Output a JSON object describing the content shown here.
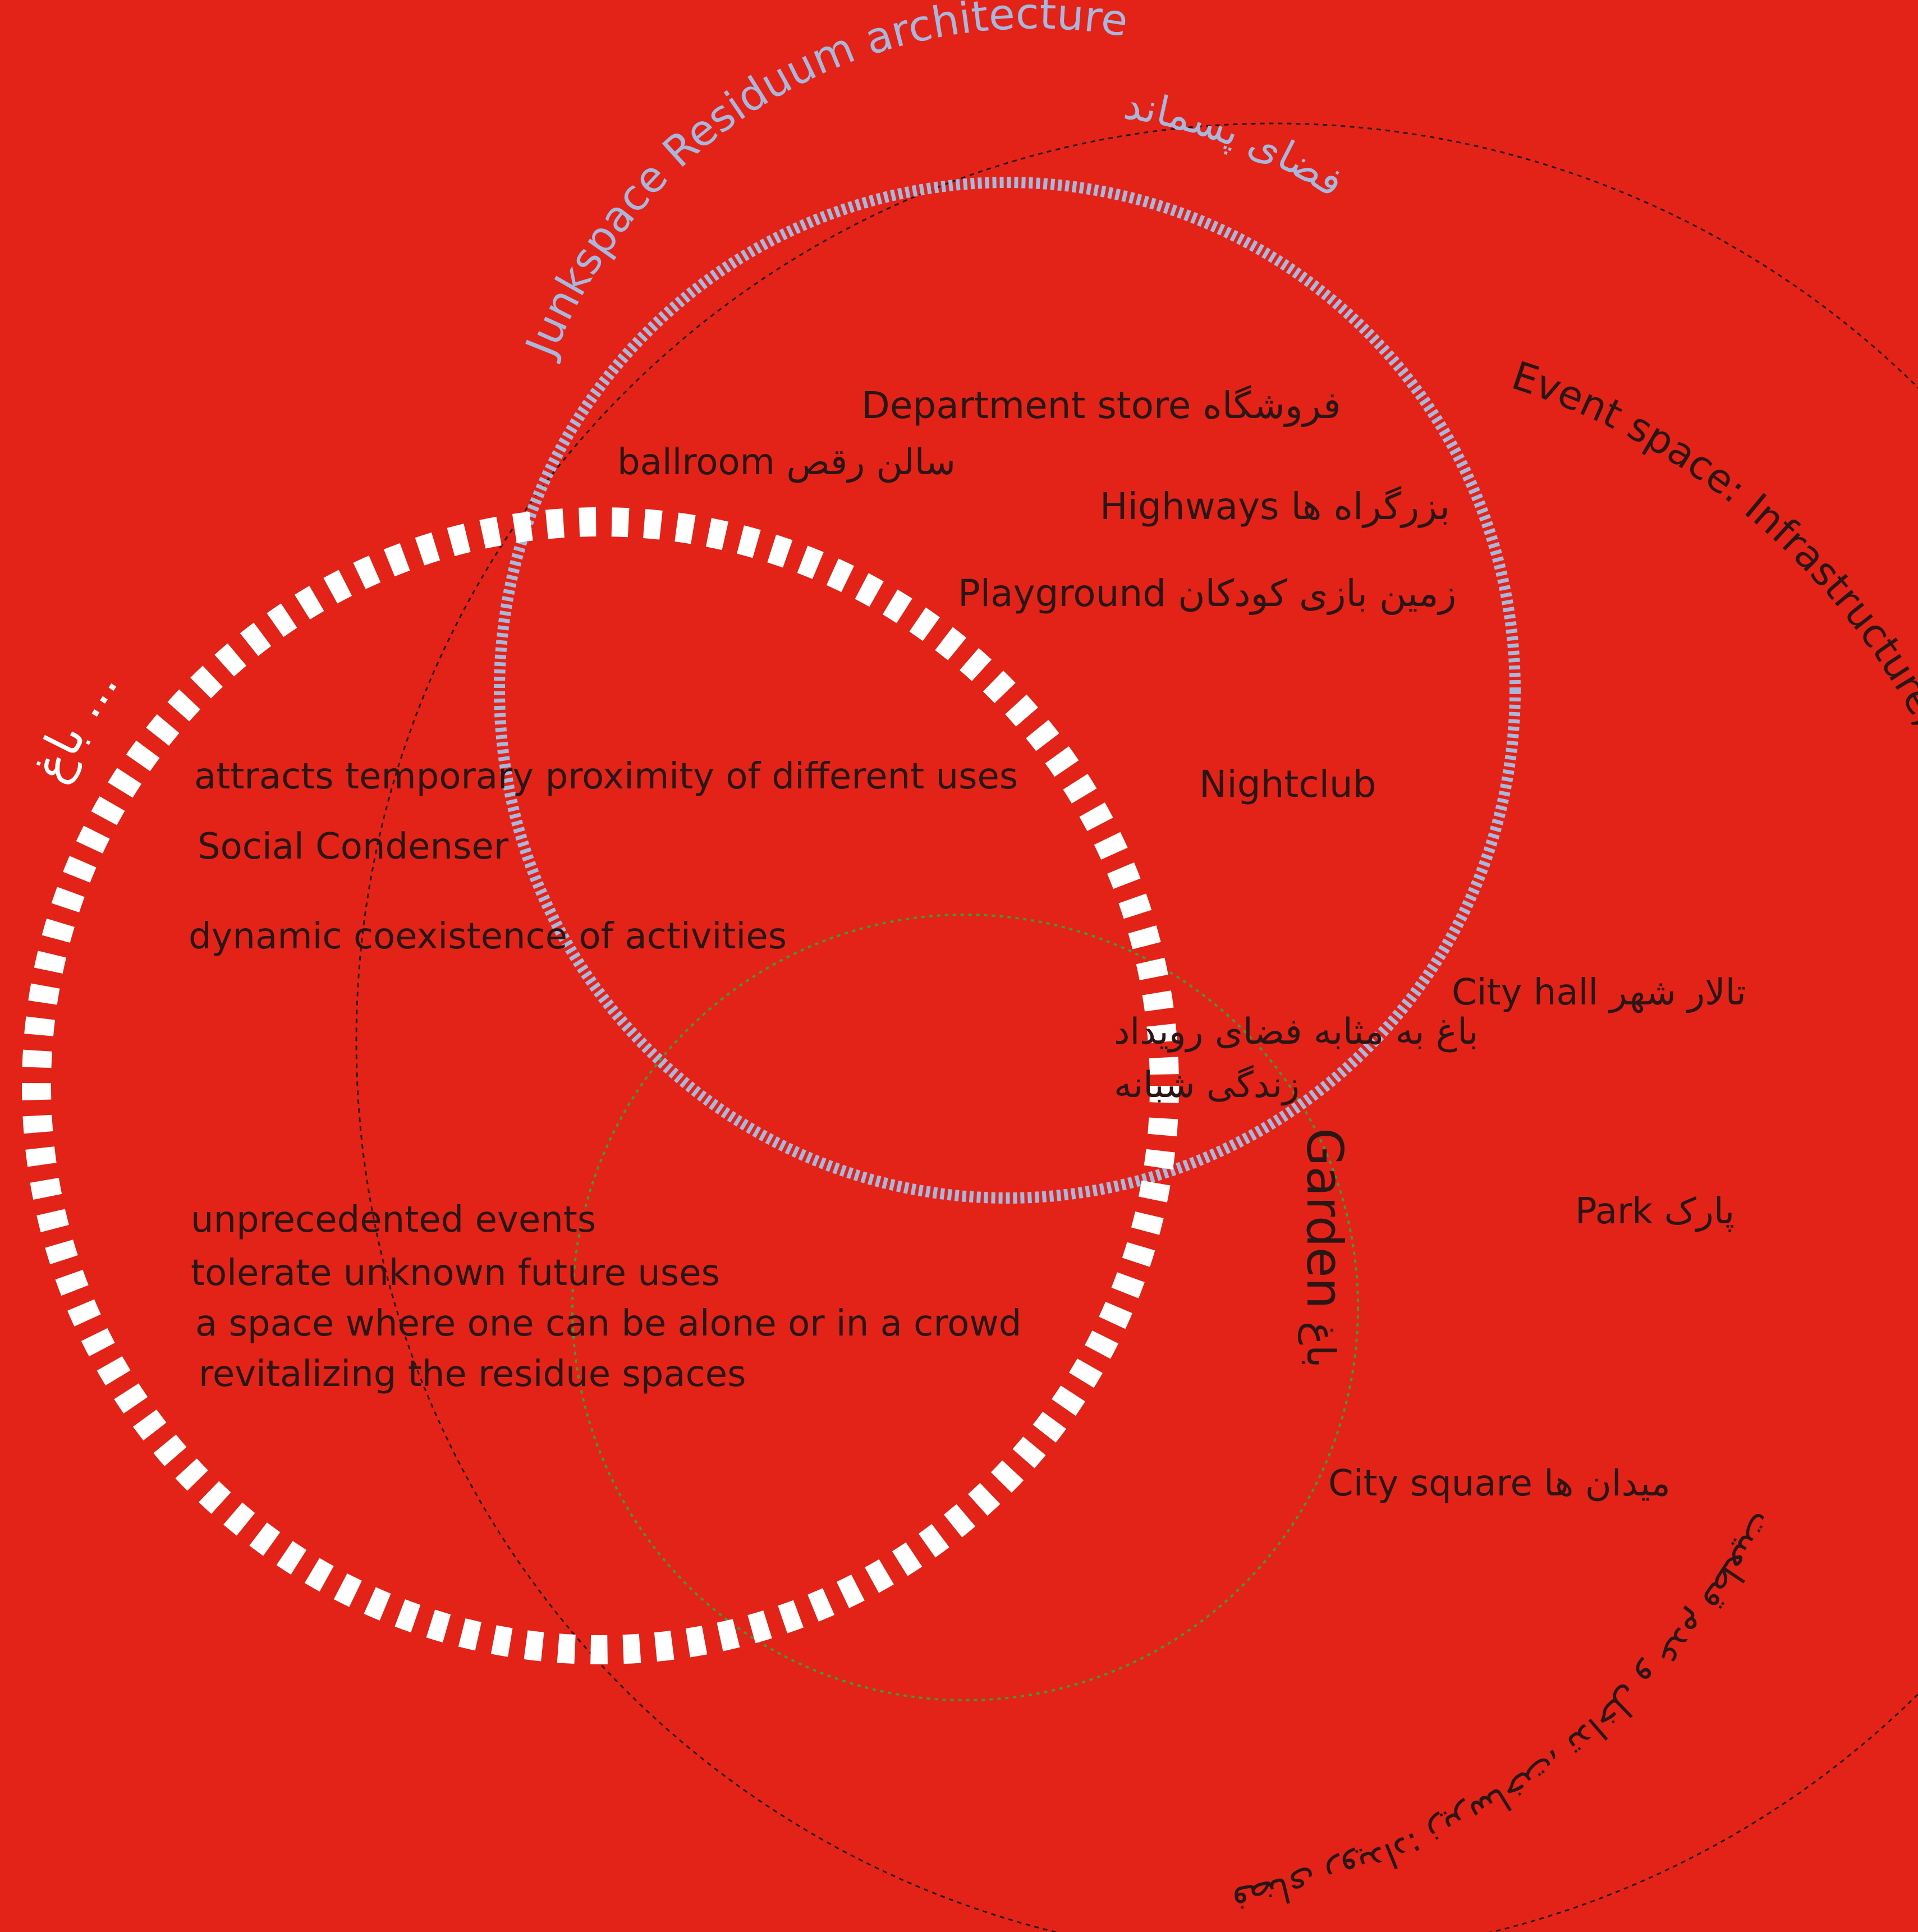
{
  "colors": {
    "background": "#e32317",
    "junkspace_ring": "#a9b7dd",
    "white_ring": "#ffffff",
    "event_ring": "#2a1616",
    "garden_ring": "#3f9a3a",
    "text": "#2a1616"
  },
  "circles": {
    "junkspace_title": "Junkspace  Residuum architecture",
    "junkspace_title_fa": "فضای پسماند",
    "event_title": "Event space: Infrastructure, Interference, and Indeterminacy",
    "event_title_fa": "فضای رویداد: زیرساخت، تداخل و عدم قطعیت",
    "garden_title": "Garden",
    "garden_title_fa": "باغ",
    "white_title_fa": "باغ ..."
  },
  "labels": {
    "department_store": "Department store فروشگاه",
    "ballroom": "ballroom سالن رقص",
    "highways": "Highways بزرگراه ها",
    "playground": "Playground  زمین بازی کودکان",
    "nightclub": "Nightclub",
    "city_hall": "City hall تالار شهر",
    "park": "Park پارک",
    "city_square": "City square  میدان ها",
    "attracts": "attracts temporary proximity of different uses",
    "social_condenser": "Social Condenser",
    "dynamic": "dynamic coexistence of activities",
    "center_fa_1": "باغ به مثابه فضای رویداد",
    "center_fa_2": "زندگی شبانه",
    "unprecedented": "unprecedented events",
    "tolerate": "tolerate unknown future uses",
    "alone_crowd": "a space where one can be alone or in a crowd",
    "revitalizing": "revitalizing the residue spaces"
  }
}
